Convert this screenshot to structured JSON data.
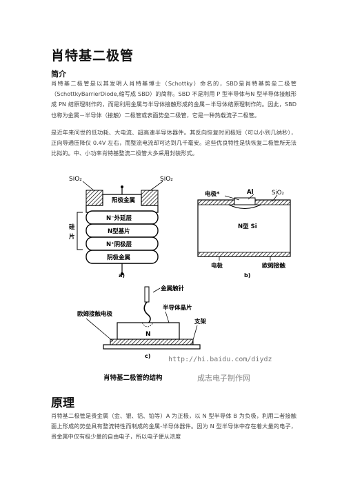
{
  "article": {
    "title": "肖特基二极管",
    "section_intro": "简介",
    "intro_p1": "肖特基二极管是以其发明人肖特基博士（Schottky）命名的，SBD是肖特基势垒二极管（SchottkyBarrierDiode,缩写成 SBD）的简称。SBD 不是利用 P 型半导体与N 型半导体接触形成 PN 结原理制作的，而是利用金属与半导体接触形成的金属－半导体结原理制作的。因此，SBD 也称为金属－半导体（接触）二极管或表面势垒二极管，它是一种热载流子二极管。",
    "intro_p2": "是近年来问世的低功耗、大电流、超高速半导体器件。其反向恢复时间极短（可以小到几纳秒），正向导通压降仅 0.4V 左右，而整流电流却可达到几千毫安。这些优良特性是快恢复二极管所无法比拟的。中、小功率肖特基整流二极管大多采用封装形式。",
    "section_principle": "原理",
    "principle_p1": "肖特基二极管是贵金属（金、银、铝、铂等）A 为正极，以 N 型半导体 B 为负极，利用二者接触面上形成的势垒具有整流特性而制成的金属-半导体器件。因为 N 型半导体中存在着大量的电子，贵金属中仅有极少量的自由电子，所以电子便从浓度"
  },
  "figure": {
    "a": {
      "sio2_left": "SiO₂",
      "sio2_right": "SiO₂",
      "anode_metal": "阳极金属",
      "n_minus_epi": "N⁻外延层",
      "n_type_base": "N型基片",
      "n_plus_cathode": "N⁺阴极层",
      "cathode_metal": "阴极金属",
      "silicon_chip": "硅片",
      "label": "a)"
    },
    "b": {
      "electrode": "电极*",
      "al": "Al",
      "sio2": "SiO₂",
      "n_si": "N型 Si",
      "electrode_bottom": "电极",
      "ohmic_contact": "欧姆接触",
      "label": "b)"
    },
    "c": {
      "metal_probe": "金属触针",
      "semiconductor_chip": "半导体晶片",
      "ohmic_electrode": "欧姆接触电极",
      "bracket": "支架",
      "n_region": "N",
      "label": "c)"
    },
    "caption": "肖特基二极管的结构",
    "watermark_url": "http://hi.baidu.com/diydz",
    "watermark_text": "成志电子制作网"
  }
}
